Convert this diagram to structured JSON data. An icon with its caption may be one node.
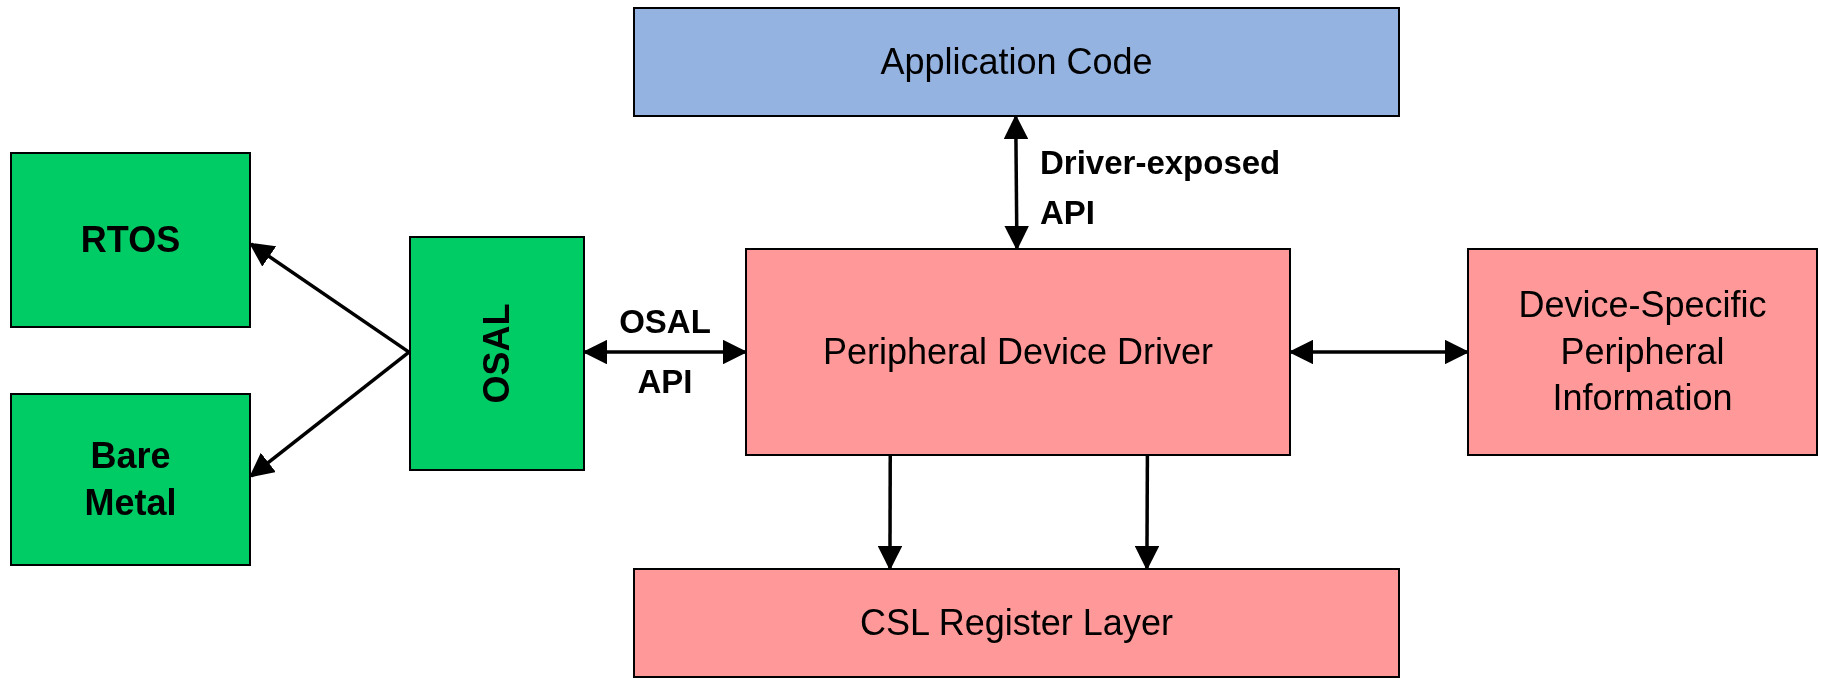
{
  "diagram": {
    "nodes": [
      {
        "text": [
          "Application Code"
        ]
      },
      {
        "text": [
          "RTOS"
        ]
      },
      {
        "text": [
          "Bare Metal"
        ]
      },
      {
        "text": [
          "OSAL"
        ]
      },
      {
        "text": [
          "Peripheral Device Driver"
        ]
      },
      {
        "text": [
          "Device-Specific Peripheral Information"
        ]
      },
      {
        "text": [
          "CSL Register Layer"
        ]
      }
    ],
    "edges": [
      {
        "from": 3,
        "to": 1,
        "arrow": "to"
      },
      {
        "from": 3,
        "to": 2,
        "arrow": "to"
      },
      {
        "from": 3,
        "to": 4,
        "arrow": "both",
        "label": "OSAL API"
      },
      {
        "from": 0,
        "to": 4,
        "arrow": "both",
        "label": "Driver-exposed API"
      },
      {
        "from": 4,
        "to": 5,
        "arrow": "both"
      },
      {
        "from": 4,
        "to": 6,
        "arrow": "to"
      },
      {
        "from": 4,
        "to": 6,
        "arrow": "to"
      }
    ]
  }
}
